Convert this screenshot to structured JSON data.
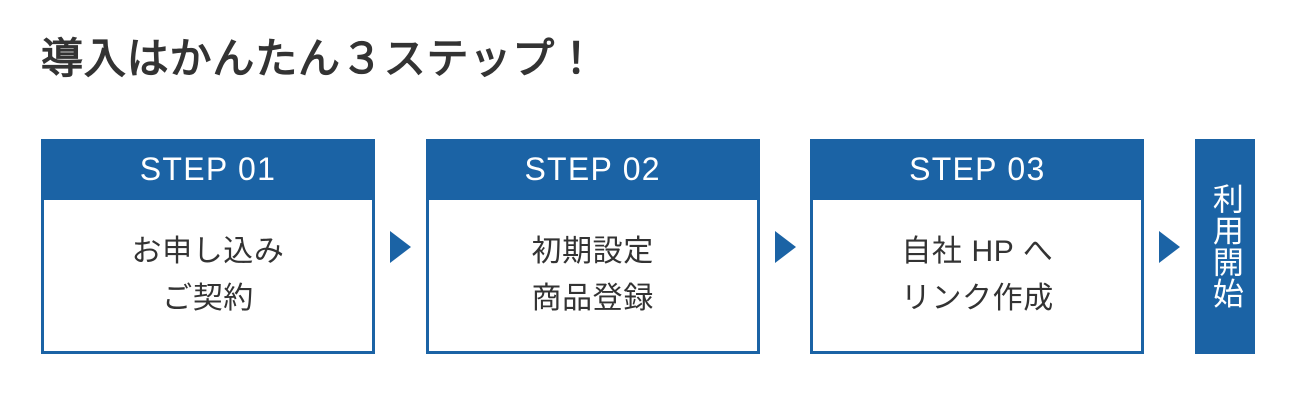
{
  "page": {
    "title": "導入はかんたん３ステップ！",
    "background_color": "#ffffff",
    "accent_color": "#1b63a5",
    "text_color": "#333333"
  },
  "flow": {
    "steps": [
      {
        "header": "STEP 01",
        "line1": "お申し込み",
        "line2": "ご契約"
      },
      {
        "header": "STEP 02",
        "line1": "初期設定",
        "line2": "商品登録"
      },
      {
        "header": "STEP 03",
        "line1": "自社 HP へ",
        "line2": "リンク作成"
      }
    ],
    "arrow_icon": "triangle-right-icon",
    "finish": {
      "label": "利用開始"
    }
  }
}
